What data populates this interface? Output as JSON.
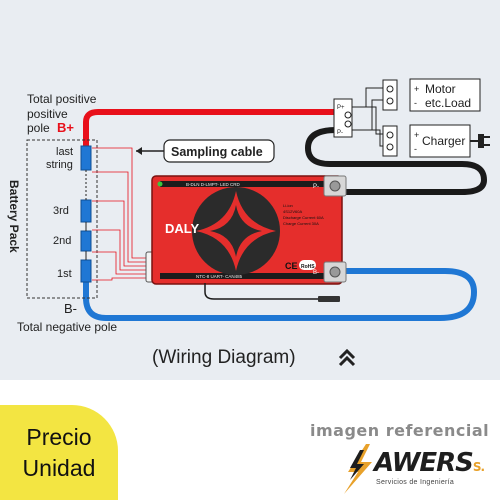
{
  "diagram": {
    "caption": "(Wiring Diagram)",
    "battery_pack_label": "Battery Pack",
    "total_positive": "Total positive",
    "pole_label": "pole",
    "b_plus": "B+",
    "b_minus": "B-",
    "total_negative": "Total negative pole",
    "cells": [
      "last string",
      "3rd",
      "2nd",
      "1st"
    ],
    "sampling_cable": "Sampling cable",
    "motor": "Motor",
    "motor_sub": "etc.Load",
    "charger": "Charger",
    "p_plus": "P+",
    "p_minus": "P-",
    "board_p_minus": "P-",
    "board_b_minus": "B-",
    "brand": "DALY",
    "board_top_text": "B-DLN  D-LMPT-  LED  CRD",
    "board_bottom_text": "NTC-8  UART-  CAN485",
    "spec_lines": [
      "Li-ion",
      "4S12V60A",
      "Discharge Current 60A",
      "Charge Current 30A"
    ],
    "ce_mark": "CE",
    "rohs_mark": "RoHS",
    "colors": {
      "positive": "#e8101b",
      "negative": "#1f77d4",
      "board": "#e52e2c",
      "wire": "#1a1a1a"
    }
  },
  "footer": {
    "price_line1": "Precio",
    "price_line2": "Unidad",
    "reference": "imagen referencial",
    "logo_text": "AWERS",
    "logo_suffix": "S.",
    "logo_tagline": "Servicios de Ingeniería"
  }
}
